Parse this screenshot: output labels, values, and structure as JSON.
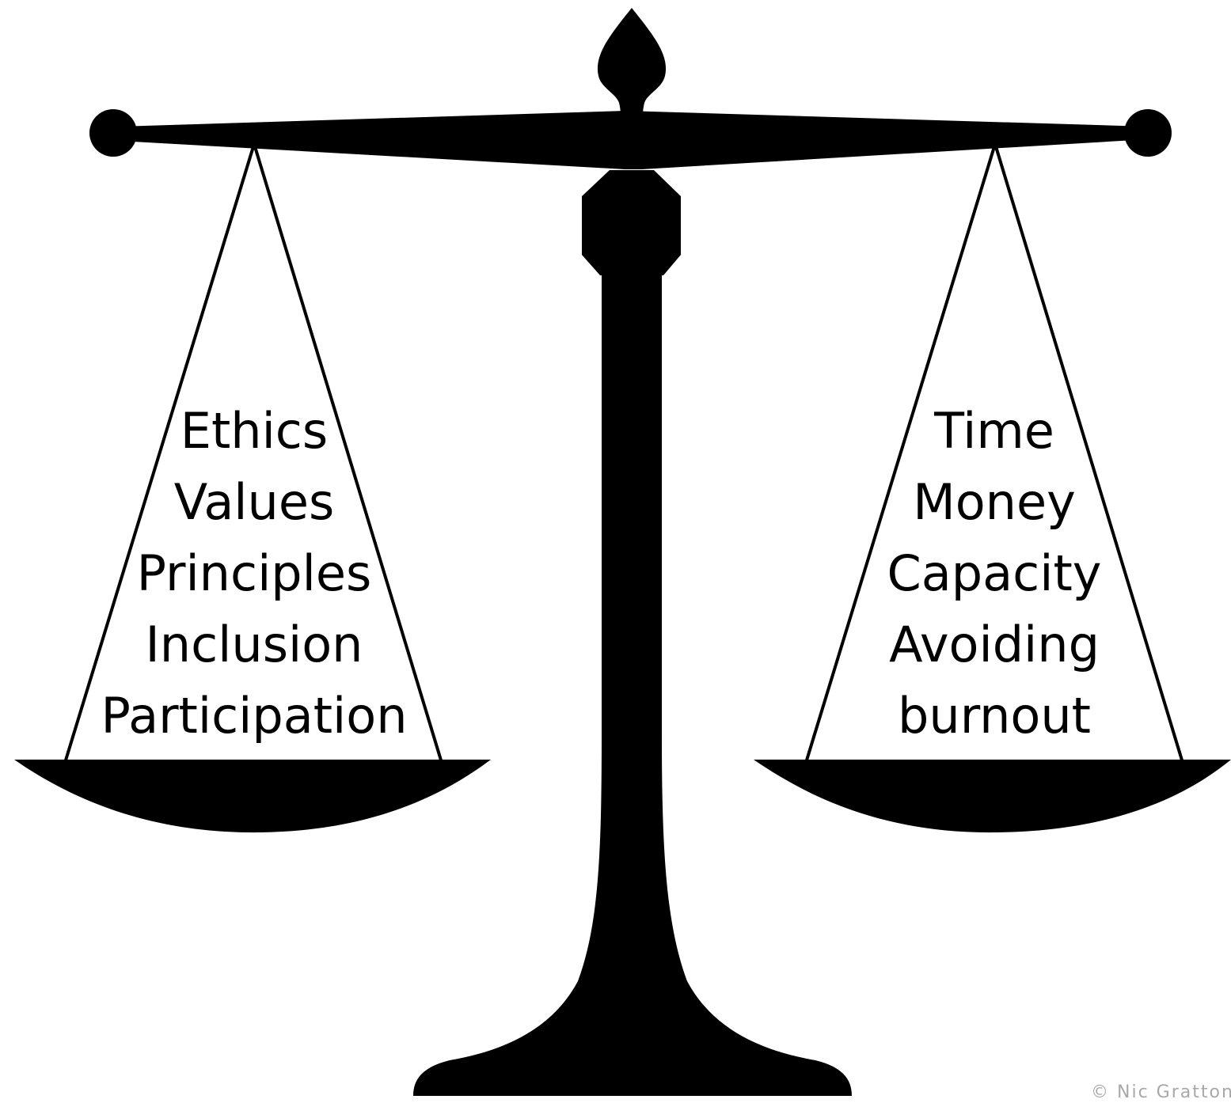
{
  "left_pan": {
    "items": [
      "Ethics",
      "Values",
      "Principles",
      "Inclusion",
      "Participation"
    ]
  },
  "right_pan": {
    "items": [
      "Time",
      "Money",
      "Capacity",
      "Avoiding",
      "burnout"
    ]
  },
  "credit": "© Nic Gratton",
  "colors": {
    "silhouette": "#000000",
    "background": "#ffffff",
    "credit_text": "#a8a8a8"
  }
}
